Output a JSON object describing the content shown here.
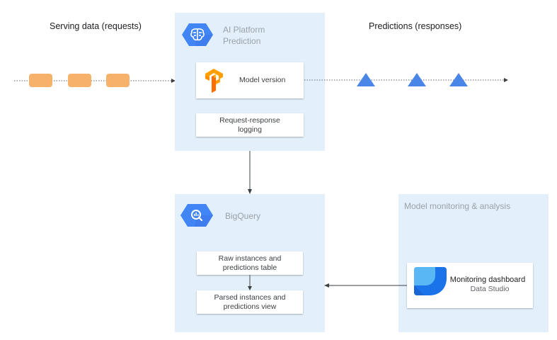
{
  "labels": {
    "serving_data": "Serving data (requests)",
    "predictions": "Predictions (responses)"
  },
  "ai_platform": {
    "title_line1": "AI Platform",
    "title_line2": "Prediction",
    "icon": "brain-hexagon-icon",
    "model_version": "Model version",
    "model_icon": "tensorflow-icon",
    "logging_line1": "Request-response",
    "logging_line2": "logging"
  },
  "bigquery": {
    "title": "BigQuery",
    "icon": "bigquery-hexagon-icon",
    "raw_line1": "Raw instances and",
    "raw_line2": "predictions table",
    "parsed_line1": "Parsed instances and",
    "parsed_line2": "predictions view"
  },
  "monitoring": {
    "title": "Model monitoring & analysis",
    "dashboard_title": "Monitoring dashboard",
    "dashboard_subtitle": "Data Studio",
    "icon": "data-studio-icon"
  },
  "requests": {
    "count": 3
  },
  "responses": {
    "count": 3
  },
  "colors": {
    "panel_bg": "#e3f0fc",
    "request_box": "#f6b26b",
    "response_triangle": "#4a86e8",
    "gcp_blue": "#4285f4"
  }
}
